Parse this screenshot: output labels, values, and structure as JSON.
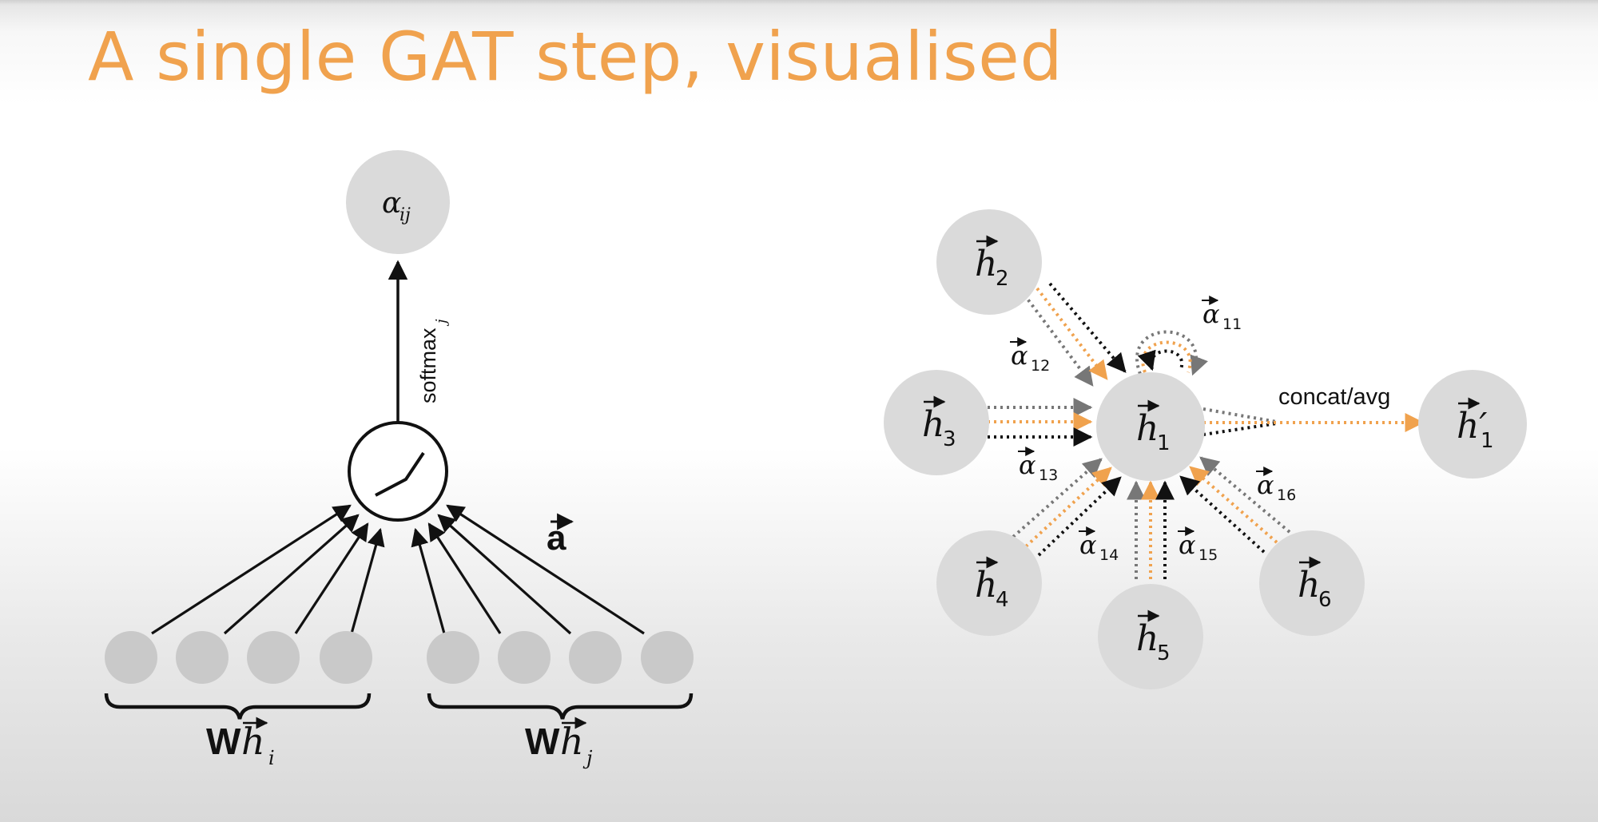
{
  "title": "A single GAT step, visualised",
  "left_panel": {
    "output_node": {
      "symbol": "α",
      "subscript": "ij"
    },
    "edge_label": "softmax",
    "edge_label_subscript": "j",
    "attention_vector": "a",
    "input_unit_count": 8,
    "brace_left": {
      "prefix": "W",
      "symbol": "h",
      "subscript": "i"
    },
    "brace_right": {
      "prefix": "W",
      "symbol": "h",
      "subscript": "j"
    }
  },
  "right_panel": {
    "center": {
      "symbol": "h",
      "subscript": "1"
    },
    "neighbors": [
      {
        "symbol": "h",
        "subscript": "2",
        "weight": "α",
        "weight_sub": "12"
      },
      {
        "symbol": "h",
        "subscript": "3",
        "weight": "α",
        "weight_sub": "13"
      },
      {
        "symbol": "h",
        "subscript": "4",
        "weight": "α",
        "weight_sub": "14"
      },
      {
        "symbol": "h",
        "subscript": "5",
        "weight": "α",
        "weight_sub": "15"
      },
      {
        "symbol": "h",
        "subscript": "6",
        "weight": "α",
        "weight_sub": "16"
      }
    ],
    "self_loop": {
      "weight": "α",
      "weight_sub": "11"
    },
    "output": {
      "symbol": "h′",
      "subscript": "1",
      "label": "concat/avg"
    }
  },
  "colors": {
    "title": "#f0a24e",
    "attention_head_1": "#f0a24e",
    "attention_head_2": "#777777",
    "attention_head_3": "#111111",
    "node_fill": "#dadada"
  }
}
